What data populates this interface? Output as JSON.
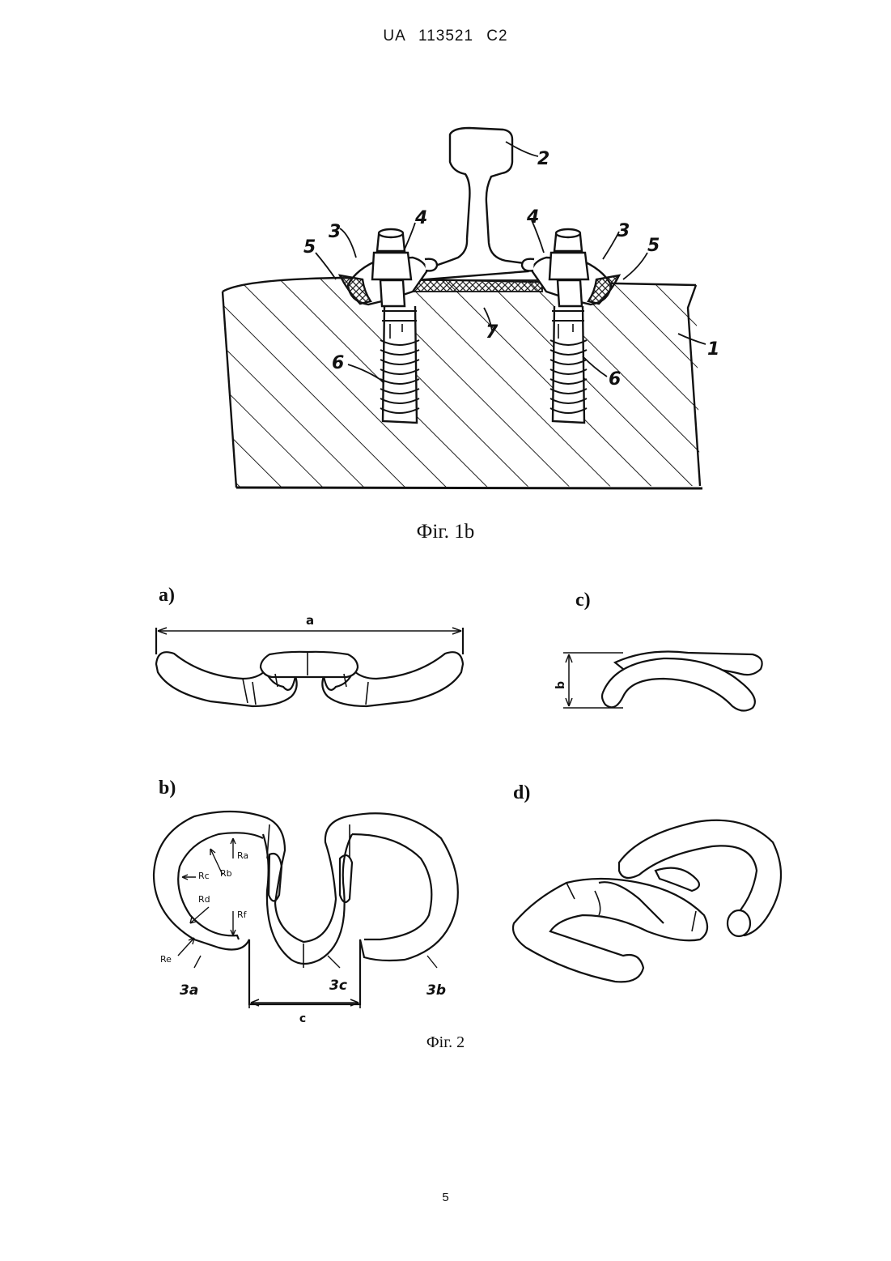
{
  "header": {
    "doc_id": "UA 113521 C2"
  },
  "figure_1b": {
    "caption": "Фіг. 1b",
    "reference_numerals": {
      "n1": "1",
      "n2": "2",
      "n3": "3",
      "n4": "4",
      "n5": "5",
      "n6": "6",
      "n7": "7"
    }
  },
  "figure_2": {
    "caption": "Фіг. 2",
    "panels": {
      "a": "a)",
      "b": "b)",
      "c": "c)",
      "d": "d)"
    },
    "dimensions": {
      "a": "a",
      "b": "b",
      "c": "c"
    },
    "radii": {
      "ra": "Ra",
      "rb": "Rb",
      "rc": "Rc",
      "rd": "Rd",
      "re": "Re",
      "rf": "Rf"
    },
    "parts": {
      "p3a": "3a",
      "p3b": "3b",
      "p3c": "3c"
    }
  },
  "page_number": "5"
}
